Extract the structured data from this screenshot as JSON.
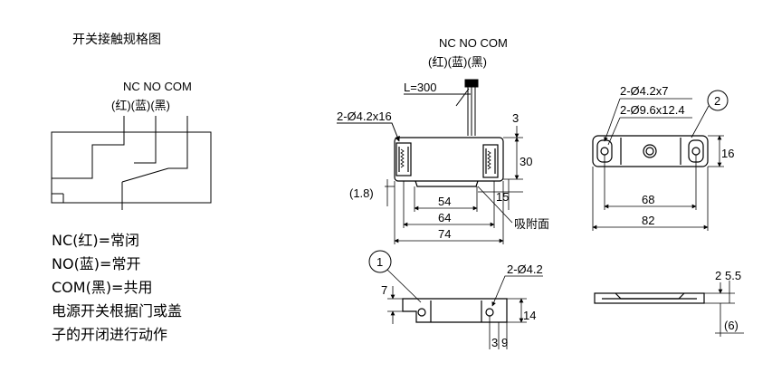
{
  "title": "开关接触规格图",
  "schematic": {
    "wires": "NC NO COM",
    "colors": "(红)(蓝)(黑)"
  },
  "legend": [
    "NC(红)=常闭",
    "NO(蓝)=常开",
    "COM(黑)=共用",
    "电源开关根据门或盖",
    "子的开闭进行动作"
  ],
  "front_view": {
    "wires": "NC NO COM",
    "colors": "(红)(蓝)(黑)",
    "lead_length": "L=300",
    "holes": "2-Ø4.2x16",
    "dim_3": "3",
    "dim_30": "30",
    "dim_1_8": "(1.8)",
    "dim_15": "15",
    "dim_54": "54",
    "dim_64": "64",
    "dim_74": "74",
    "suction_face": "吸附面"
  },
  "top_view": {
    "holes_a": "2-Ø4.2x7",
    "holes_b": "2-Ø9.6x12.4",
    "marker": "2",
    "dim_16": "16",
    "dim_68": "68",
    "dim_82": "82"
  },
  "bottom_left_view": {
    "marker": "1",
    "holes": "2-Ø4.2",
    "dim_7": "7",
    "dim_14": "14",
    "dim_3": "3",
    "dim_9": "9"
  },
  "side_view": {
    "dim_2": "2",
    "dim_5_5": "5.5",
    "dim_6": "(6)"
  },
  "colors": {
    "line": "#000000",
    "background": "#ffffff"
  }
}
